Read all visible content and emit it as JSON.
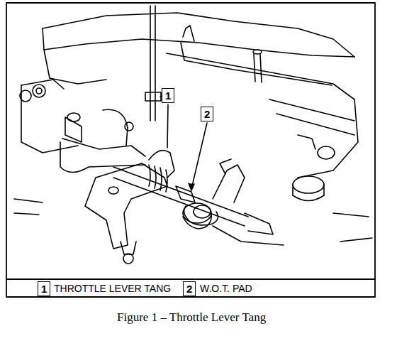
{
  "diagram": {
    "caption": "Figure 1 – Throttle Lever Tang",
    "labels": [
      "1",
      "2",
      "1",
      "THROTTLE LEVER TANG",
      "2",
      "W.O.T. PAD"
    ]
  }
}
